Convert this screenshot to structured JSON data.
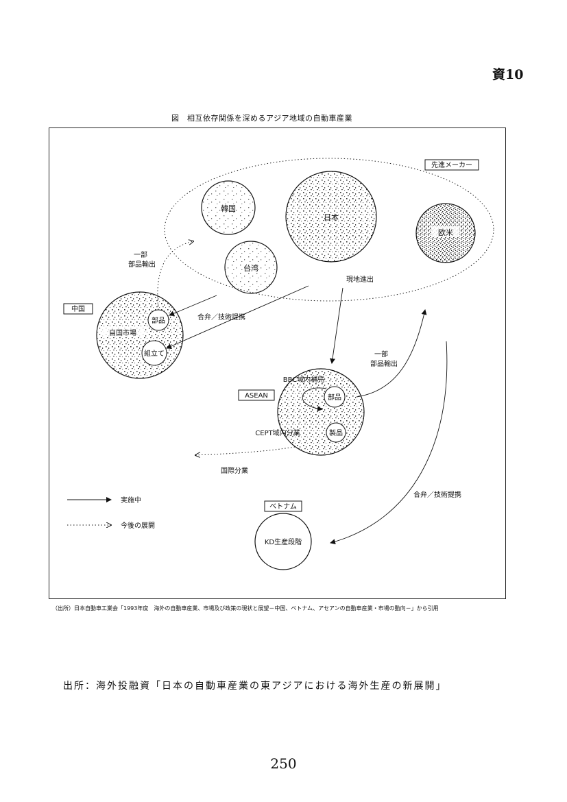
{
  "page_label": "資10",
  "figure": {
    "title": "図　相互依存関係を深めるアジア地域の自動車産業",
    "nodes": {
      "korea": "韓国",
      "japan": "日本",
      "taiwan": "台湾",
      "western": "欧米",
      "china_parts": "部品",
      "china_market": "自国市場",
      "china_assembly": "組立て",
      "asean_parts": "部品",
      "asean_products": "製品",
      "vietnam_kd": "KD生産段階"
    },
    "region_labels": {
      "advanced_makers": "先進メーカー",
      "china": "中国",
      "asean": "ASEAN",
      "vietnam": "ベトナム"
    },
    "flow_labels": {
      "partial_export_china": [
        "一部",
        "部品輸出"
      ],
      "jv_tech_china": "合弁／技術提携",
      "local_entry": "現地進出",
      "partial_export_asean": [
        "一部",
        "部品輸出"
      ],
      "bbc": "BBC域内補完",
      "cept": "CEPT域内分業",
      "intl_division": "国際分業",
      "jv_tech_vietnam": "合弁／技術提携"
    },
    "legend": {
      "implemented": "実施中",
      "future": "今後の展開"
    },
    "source_note": "（出所）日本自動車工業会「1993年度　海外の自動車産業、市場及び政策の現状と展望－中国、ベトナム、アセアンの自動車産業・市場の動向－」から引用"
  },
  "caption": "出所：海外投融資「日本の自動車産業の東アジアにおける海外生産の新展開」",
  "page_number": "250"
}
